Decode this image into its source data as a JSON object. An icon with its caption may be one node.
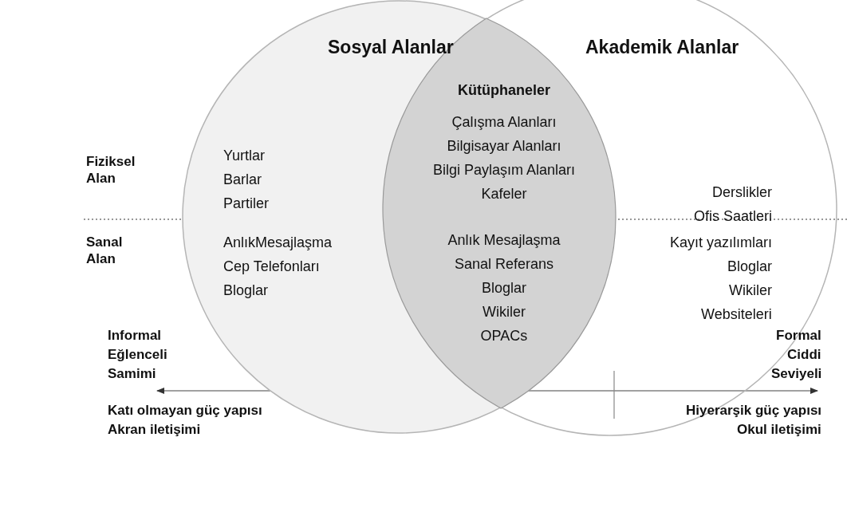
{
  "diagram": {
    "nodes": [
      {
        "text": [
          "Sosyal Alanlar",
          "Yurtlar",
          "Barlar",
          "Partiler",
          "AnlıkMesajlaşma",
          "Cep Telefonları",
          "Bloglar"
        ]
      },
      {
        "text": [
          "Akademik Alanlar",
          "Derslikler",
          "Ofis Saatleri",
          "Kayıt yazılımları",
          "Bloglar",
          "Wikiler",
          "Websiteleri"
        ]
      },
      {
        "text": [
          "Kütüphaneler",
          "Çalışma Alanları",
          "Bilgisayar Alanları",
          "Bilgi Paylaşım Alanları",
          "Kafeler",
          "Anlık Mesajlaşma",
          "Sanal Referans",
          "Bloglar",
          "Wikiler",
          "OPACs"
        ]
      }
    ],
    "labels": [
      "Fiziksel Alan",
      "Sanal Alan",
      "Informal",
      "Eğlenceli",
      "Samimi",
      "Formal",
      "Ciddi",
      "Seviyeli",
      "Katı olmayan güç yapısı",
      "Akran iletişimi",
      "Hiyerarşik güç yapısı",
      "Okul iletişimi"
    ]
  }
}
